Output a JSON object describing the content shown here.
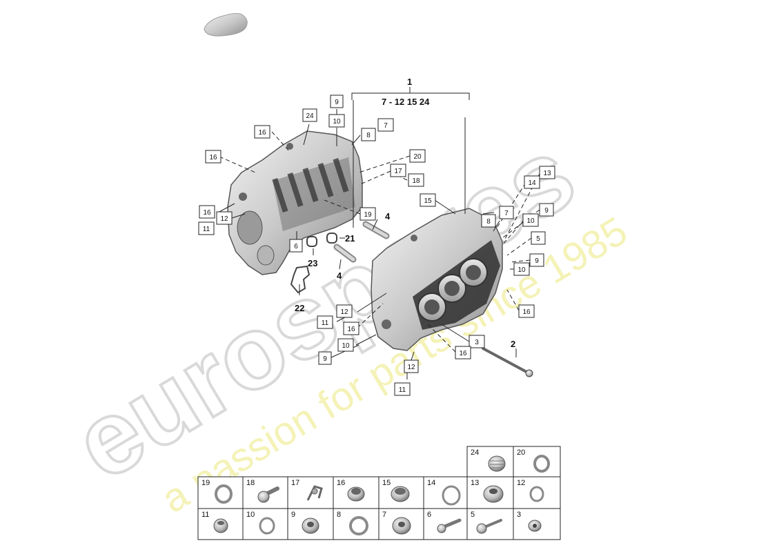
{
  "watermark": {
    "brand": "eurospares",
    "tagline": "a passion for parts since 1985"
  },
  "header": {
    "main_label": "1",
    "sub_label": "7 - 12  15 24"
  },
  "bold_labels": [
    "2",
    "4",
    "4",
    "21",
    "22",
    "23"
  ],
  "callouts": [
    "9",
    "10",
    "24",
    "8",
    "7",
    "16",
    "16",
    "20",
    "17",
    "18",
    "19",
    "16",
    "12",
    "11",
    "6",
    "15",
    "14",
    "13",
    "7",
    "8",
    "9",
    "10",
    "5",
    "9",
    "10",
    "16",
    "12",
    "11",
    "16",
    "10",
    "9",
    "3",
    "16",
    "12",
    "11"
  ],
  "legend": {
    "top": [
      "24",
      "20"
    ],
    "middle": [
      "19",
      "18",
      "17",
      "16",
      "15",
      "14",
      "13",
      "12"
    ],
    "bottom": [
      "11",
      "10",
      "9",
      "8",
      "7",
      "6",
      "5",
      "3"
    ]
  }
}
